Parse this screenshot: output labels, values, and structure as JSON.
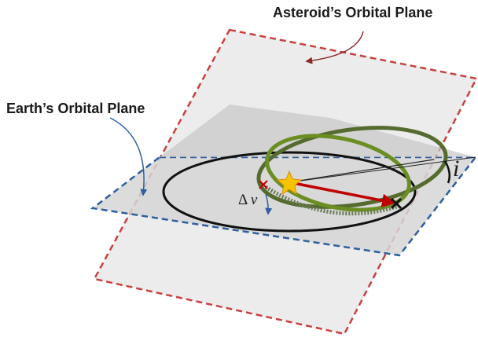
{
  "labels": {
    "asteroid_plane": "Asteroid’s Orbital Plane",
    "earth_plane": "Earth’s Orbital Plane",
    "inclination": "i",
    "delta_v_symbol": "Δ",
    "delta_v_var": "v"
  },
  "colors": {
    "asteroid_plane_border": "#c0392b",
    "earth_plane_border": "#2e5f9e",
    "earth_orbit": "#111111",
    "asteroid_orbit": "#556b2f",
    "transfer_vector": "#c00000",
    "annotation_arrow": "#2e5f9e",
    "sun": "#f5c400"
  },
  "icons": {
    "sun": "star-icon",
    "departure_marker": "x-marker-icon",
    "arrival_marker": "x-marker-icon"
  }
}
